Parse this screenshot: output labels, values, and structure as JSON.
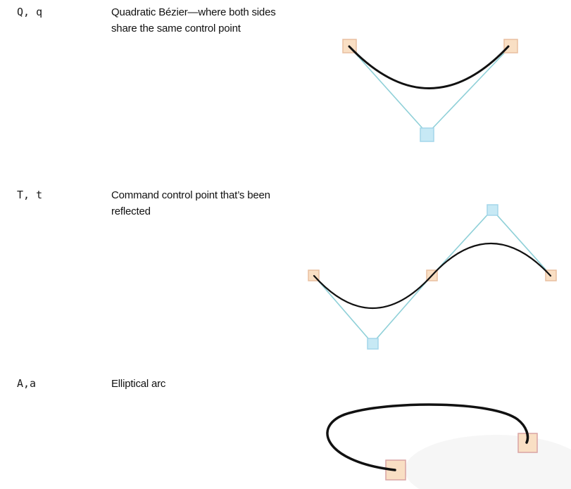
{
  "rows": [
    {
      "command": "Q, q",
      "description_line1": "Quadratic Bézier—where both sides",
      "description_line2": "share the same control point"
    },
    {
      "command": "T, t",
      "description_line1": "Command control point that’s been",
      "description_line2": "reflected"
    },
    {
      "command": "A,a",
      "description_line1": "Elliptical arc",
      "description_line2": ""
    }
  ],
  "colors": {
    "endpoint_fill": "#f9dfc4",
    "control_fill": "#c7e9f5",
    "guide_line": "#8fd0d8",
    "curve": "#111111"
  }
}
